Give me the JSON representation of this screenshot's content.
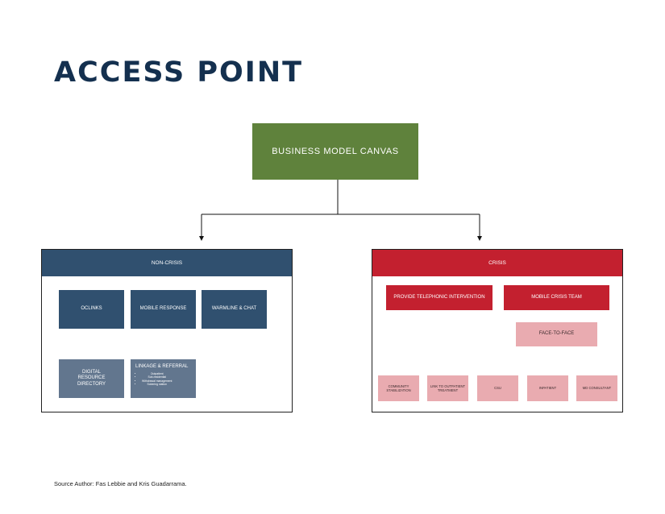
{
  "title": "ACCESS POINT",
  "root": {
    "label": "BUSINESS MODEL CANVAS"
  },
  "non_crisis": {
    "header": "NON-CRISIS",
    "row1": [
      "OCLINKS",
      "MOBILE RESPONSE",
      "WARMLINE & CHAT"
    ],
    "digital_resource": "DIGITAL RESOURCE DIRECTORY",
    "linkage": {
      "title": "LINKAGE & REFERRAL",
      "items": [
        "Outpatient",
        "Sub-residential",
        "Withdrawal management",
        "Sobering station"
      ]
    }
  },
  "crisis": {
    "header": "CRISIS",
    "telephonic": "PROVIDE TELEPHONIC INTERVENTION",
    "mobile_team": "MOBILE CRISIS TEAM",
    "face_to_face": "FACE-TO-FACE",
    "outcomes": [
      "COMMUNITY STABILIZATION",
      "LINK TO OUTPATIENT TREATMENT",
      "CSU",
      "INPATIENT",
      "MD CONSULTANT"
    ]
  },
  "footer": "Source Author: Fas Lebbie and Kris Guadarrama.",
  "colors": {
    "navy": "#14304f",
    "green": "#5f823c",
    "panel_blue": "#30506f",
    "slate": "#62768e",
    "crisis_red": "#c3202f",
    "pink": "#e9abb0"
  }
}
